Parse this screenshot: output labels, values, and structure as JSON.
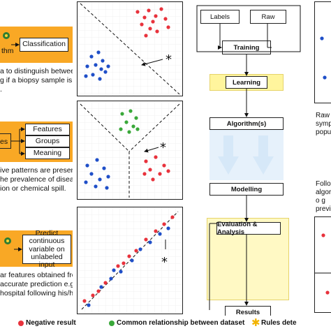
{
  "classification": {
    "icon_text": "thm",
    "node_label": "Classification",
    "description": [
      "a to distinguish between",
      "g if a biopsy sample is",
      "."
    ]
  },
  "clustering": {
    "icon_text": "es",
    "node_features": "Features",
    "node_groups": "Groups",
    "node_meaning": "Meaning",
    "description": [
      "ive patterns are present",
      "he prevalence of disease",
      "ion or chemical spill."
    ]
  },
  "regression": {
    "node_label": "Predict continuous variable on unlabeled input",
    "description": [
      "ar features obtained from",
      "accurate prediction e.g.",
      "hospital following his/her"
    ]
  },
  "flow": {
    "labels": "Labels",
    "raw": "Raw",
    "training": "Training",
    "learning": "Learning",
    "algorithm": "Algorithm(s)",
    "modelling": "Modelling",
    "evaluation": "Evaluation & Analysis",
    "results": "Results"
  },
  "right_text": {
    "block1": [
      "Raw",
      "symp",
      "popu"
    ],
    "block2": [
      "Follo",
      "algor",
      "o g",
      "previ"
    ]
  },
  "legend": {
    "negative": "Negative result",
    "common": "Common relationship between dataset",
    "rules": "Rules dete"
  },
  "colors": {
    "red": "#e8323c",
    "blue": "#1f4fc8",
    "green": "#3aa83a",
    "orange": "#f9a825",
    "yellow": "#fff59d",
    "star": "#f2b300"
  }
}
